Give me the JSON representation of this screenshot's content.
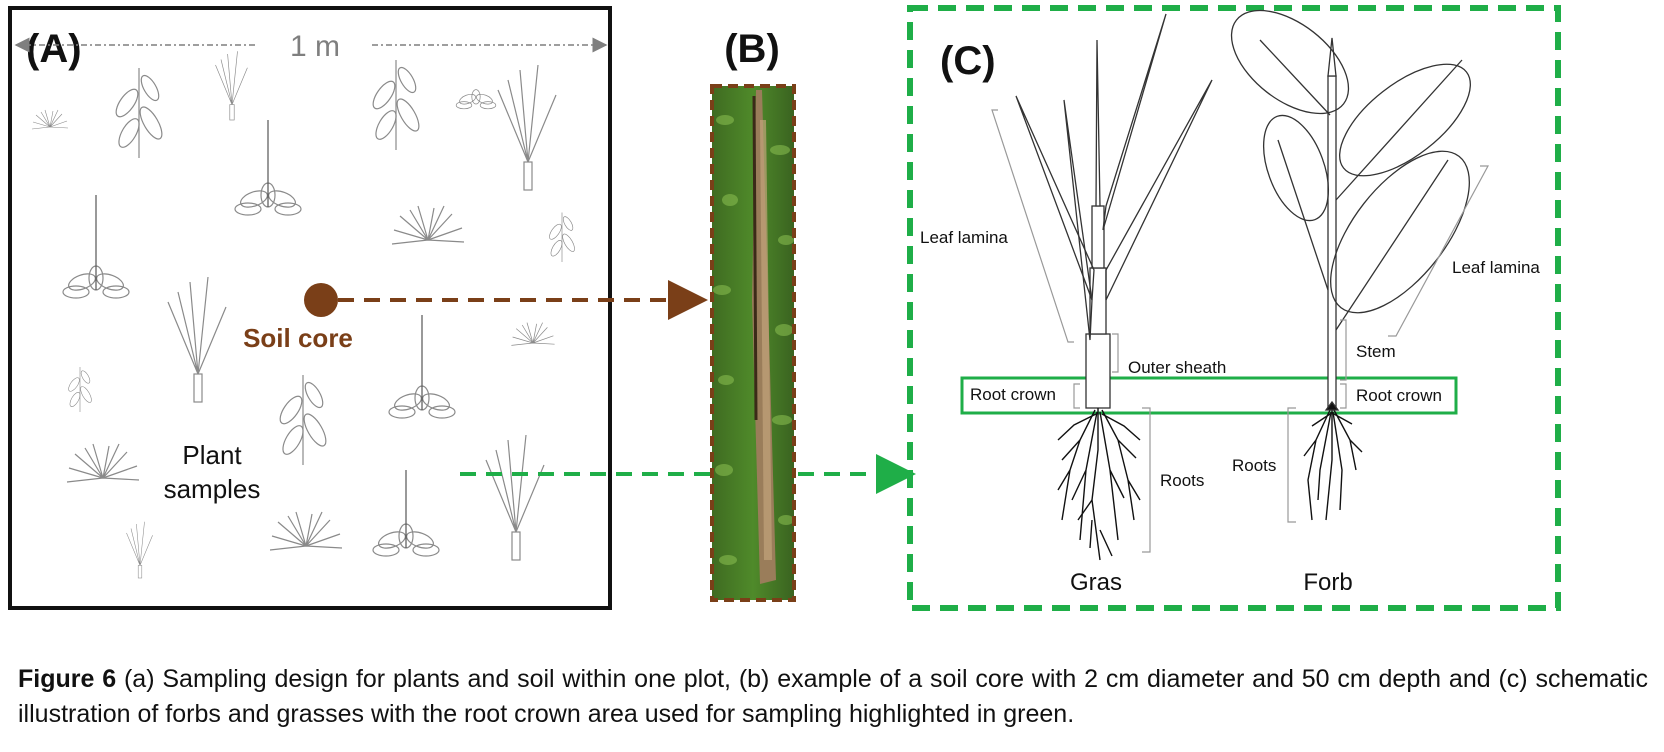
{
  "panel_a": {
    "label": "(A)",
    "scale_label": "1 m",
    "soil_core_label": "Soil core",
    "plant_samples_line1": "Plant",
    "plant_samples_line2": "samples"
  },
  "panel_b": {
    "label": "(B)"
  },
  "panel_c": {
    "label": "(C)",
    "grass": {
      "name": "Gras",
      "labels": {
        "leaf_lamina": "Leaf lamina",
        "outer_sheath": "Outer sheath",
        "root_crown": "Root crown",
        "roots": "Roots"
      }
    },
    "forb": {
      "name": "Forb",
      "labels": {
        "leaf_lamina": "Leaf lamina",
        "stem": "Stem",
        "root_crown": "Root crown",
        "roots": "Roots"
      }
    }
  },
  "caption": {
    "figure_number": "Figure 6",
    "text": "(a) Sampling design for plants and soil within one plot, (b) example of a soil core with 2 cm diameter and 50 cm depth and (c) schematic illustration of forbs and grasses with the root crown area used for sampling highlighted in green."
  },
  "colors": {
    "soil_brown": "#7a3f18",
    "highlight_green": "#1fae48",
    "frame_black": "#111111",
    "scale_gray": "#7f7f7f"
  }
}
